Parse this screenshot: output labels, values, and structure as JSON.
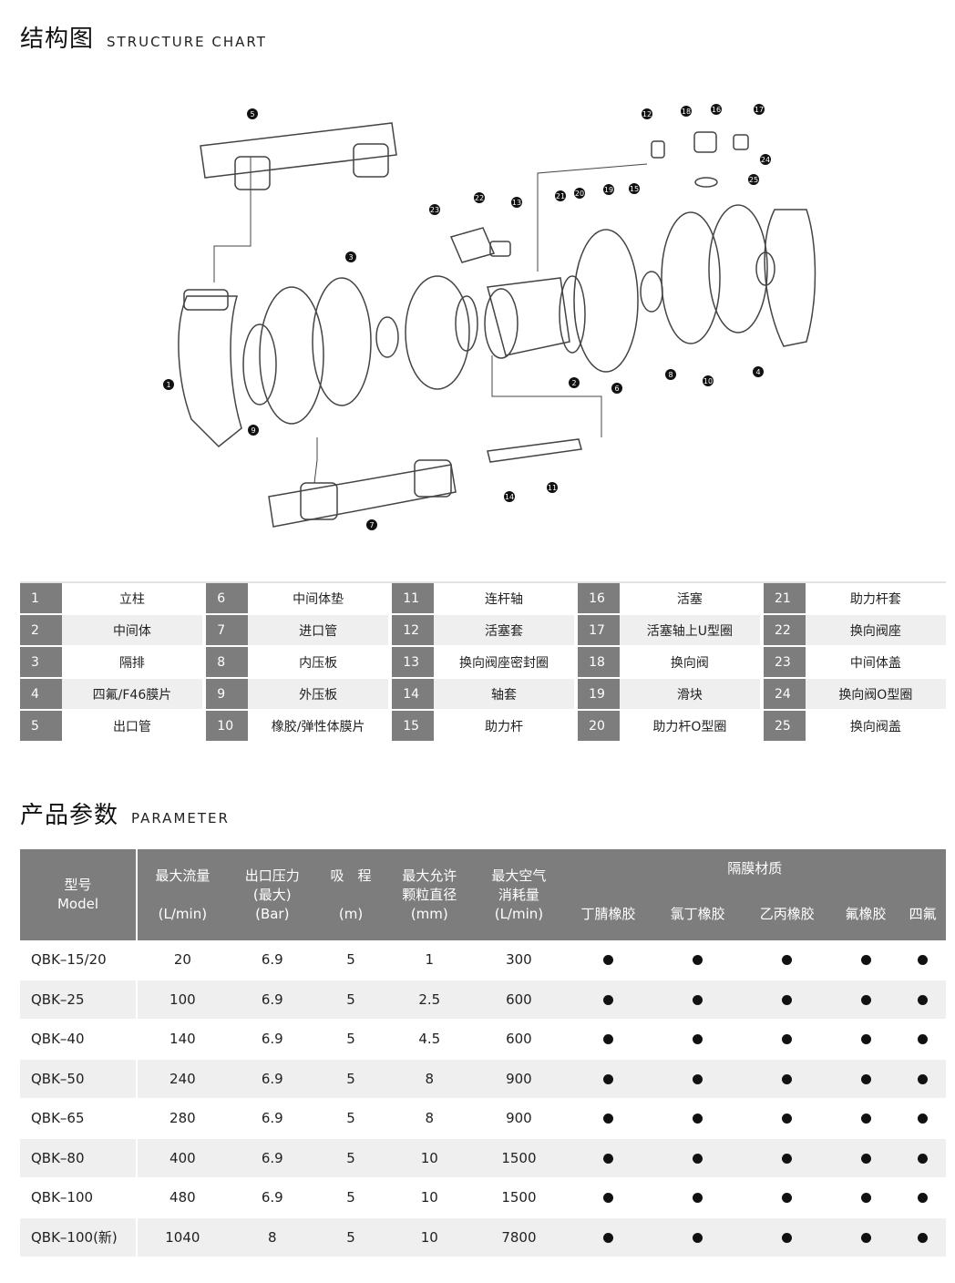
{
  "structure": {
    "title_cn": "结构图",
    "title_en": "STRUCTURE CHART",
    "callouts": [
      "1",
      "2",
      "3",
      "4",
      "5",
      "6",
      "7",
      "8",
      "9",
      "10",
      "11",
      "12",
      "13",
      "14",
      "15",
      "16",
      "17",
      "18",
      "19",
      "20",
      "21",
      "22",
      "23",
      "24",
      "25"
    ],
    "parts": [
      [
        {
          "n": "1",
          "name": "立柱"
        },
        {
          "n": "6",
          "name": "中间体垫"
        },
        {
          "n": "11",
          "name": "连杆轴"
        },
        {
          "n": "16",
          "name": "活塞"
        },
        {
          "n": "21",
          "name": "助力杆套"
        }
      ],
      [
        {
          "n": "2",
          "name": "中间体"
        },
        {
          "n": "7",
          "name": "进口管"
        },
        {
          "n": "12",
          "name": "活塞套"
        },
        {
          "n": "17",
          "name": "活塞轴上U型圈"
        },
        {
          "n": "22",
          "name": "换向阀座"
        }
      ],
      [
        {
          "n": "3",
          "name": "隔排"
        },
        {
          "n": "8",
          "name": "内压板"
        },
        {
          "n": "13",
          "name": "换向阀座密封圈"
        },
        {
          "n": "18",
          "name": "换向阀"
        },
        {
          "n": "23",
          "name": "中间体盖"
        }
      ],
      [
        {
          "n": "4",
          "name": "四氟/F46膜片"
        },
        {
          "n": "9",
          "name": "外压板"
        },
        {
          "n": "14",
          "name": "轴套"
        },
        {
          "n": "19",
          "name": "滑块"
        },
        {
          "n": "24",
          "name": "换向阀O型圈"
        }
      ],
      [
        {
          "n": "5",
          "name": "出口管"
        },
        {
          "n": "10",
          "name": "橡胶/弹性体膜片"
        },
        {
          "n": "15",
          "name": "助力杆"
        },
        {
          "n": "20",
          "name": "助力杆O型圈"
        },
        {
          "n": "25",
          "name": "换向阀盖"
        }
      ]
    ]
  },
  "parameter": {
    "title_cn": "产品参数",
    "title_en": "PARAMETER",
    "headers": {
      "model": [
        "型号",
        "Model"
      ],
      "flow": [
        "最大流量",
        "",
        "(L/min)"
      ],
      "pressure": [
        "出口压力",
        "(最大)",
        "(Bar)"
      ],
      "suction": [
        "吸　程",
        "",
        "(m)"
      ],
      "particle": [
        "最大允许",
        "颗粒直径",
        "(mm)"
      ],
      "air": [
        "最大空气",
        "消耗量",
        "(L/min)"
      ],
      "membrane_group": "隔膜材质",
      "membranes": [
        "丁腈橡胶",
        "氯丁橡胶",
        "乙丙橡胶",
        "氟橡胶",
        "四氟"
      ]
    },
    "rows": [
      {
        "model": "QBK–15/20",
        "flow": "20",
        "pressure": "6.9",
        "suction": "5",
        "particle": "1",
        "air": "300"
      },
      {
        "model": "QBK–25",
        "flow": "100",
        "pressure": "6.9",
        "suction": "5",
        "particle": "2.5",
        "air": "600"
      },
      {
        "model": "QBK–40",
        "flow": "140",
        "pressure": "6.9",
        "suction": "5",
        "particle": "4.5",
        "air": "600"
      },
      {
        "model": "QBK–50",
        "flow": "240",
        "pressure": "6.9",
        "suction": "5",
        "particle": "8",
        "air": "900"
      },
      {
        "model": "QBK–65",
        "flow": "280",
        "pressure": "6.9",
        "suction": "5",
        "particle": "8",
        "air": "900"
      },
      {
        "model": "QBK–80",
        "flow": "400",
        "pressure": "6.9",
        "suction": "5",
        "particle": "10",
        "air": "1500"
      },
      {
        "model": "QBK–100",
        "flow": "480",
        "pressure": "6.9",
        "suction": "5",
        "particle": "10",
        "air": "1500"
      },
      {
        "model": "QBK–100(新)",
        "flow": "1040",
        "pressure": "8",
        "suction": "5",
        "particle": "10",
        "air": "7800"
      }
    ]
  }
}
